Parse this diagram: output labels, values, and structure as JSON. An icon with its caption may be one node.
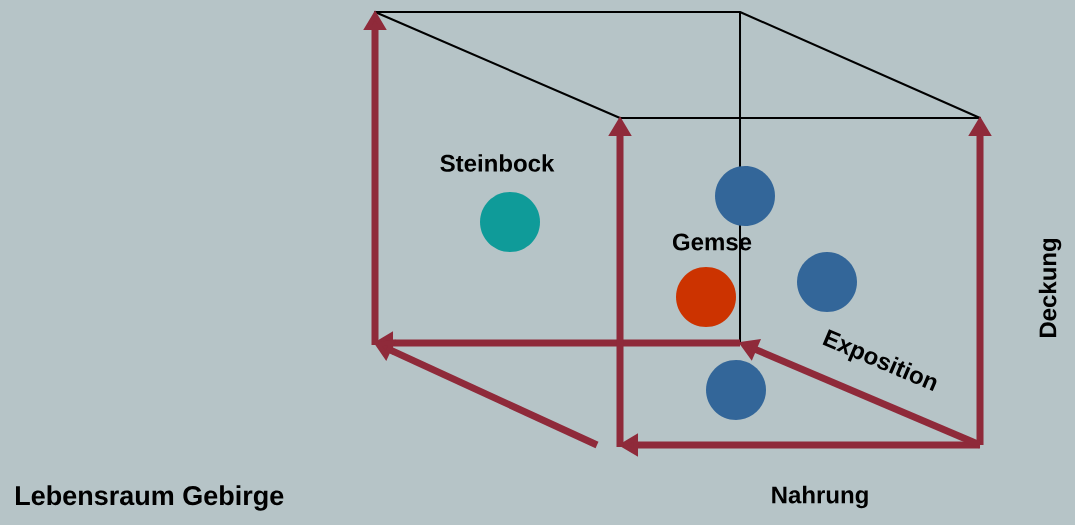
{
  "diagram": {
    "title": "Lebensraum Gebirge",
    "nodes": [
      {
        "text": [
          "Steinbock"
        ]
      },
      {
        "text": [
          "Gemse"
        ]
      },
      {
        "text": [],
        "shape": "circle"
      },
      {
        "text": [],
        "shape": "circle"
      },
      {
        "text": [],
        "shape": "circle"
      }
    ],
    "labels": [
      "Deckung",
      "Exposition",
      "Nahrung"
    ]
  }
}
